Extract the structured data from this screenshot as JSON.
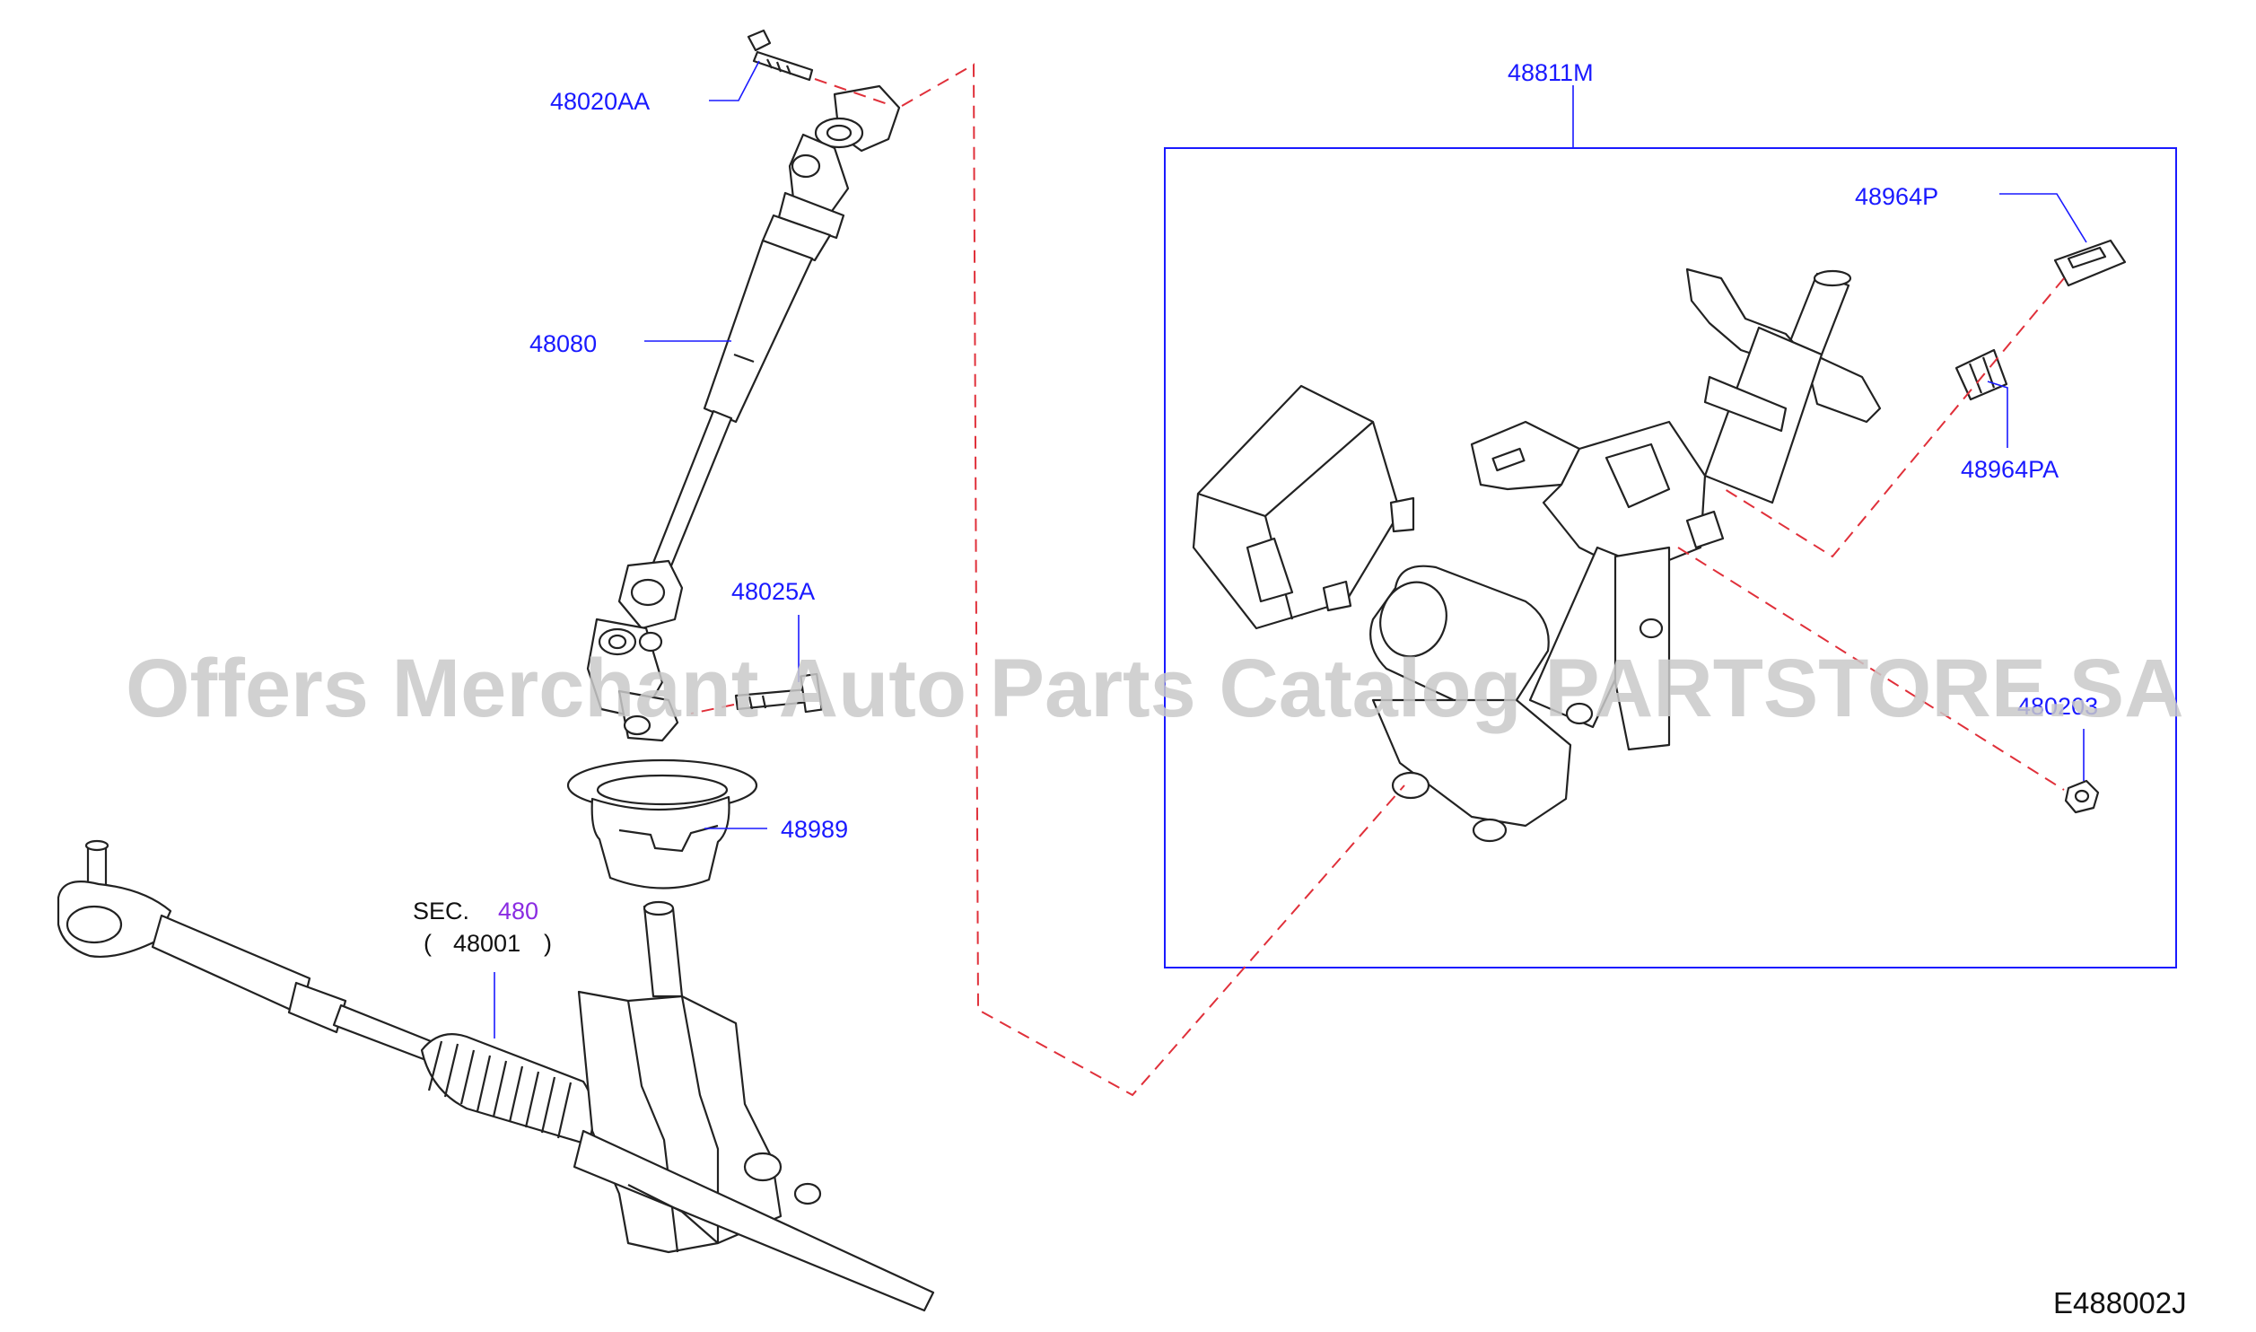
{
  "labels": {
    "p48020AA": "48020AA",
    "p48080": "48080",
    "p48025A": "48025A",
    "p48989": "48989",
    "sec_prefix": "SEC.",
    "sec_number": "480",
    "sec_open": "(",
    "sec_part": "48001",
    "sec_close": ")",
    "p48811M": "48811M",
    "p48964P": "48964P",
    "p48964PA": "48964PA",
    "p480203": "480203"
  },
  "diagram_code": "E488002J",
  "watermark": "Offers Merchant Auto Parts Catalog PARTSTORE.SA",
  "colors": {
    "label": "#1a1aff",
    "section_ref": "#8a2be2",
    "dashed_leader": "#e0303a",
    "outline": "#222222",
    "watermark": "#c9c9c9"
  }
}
